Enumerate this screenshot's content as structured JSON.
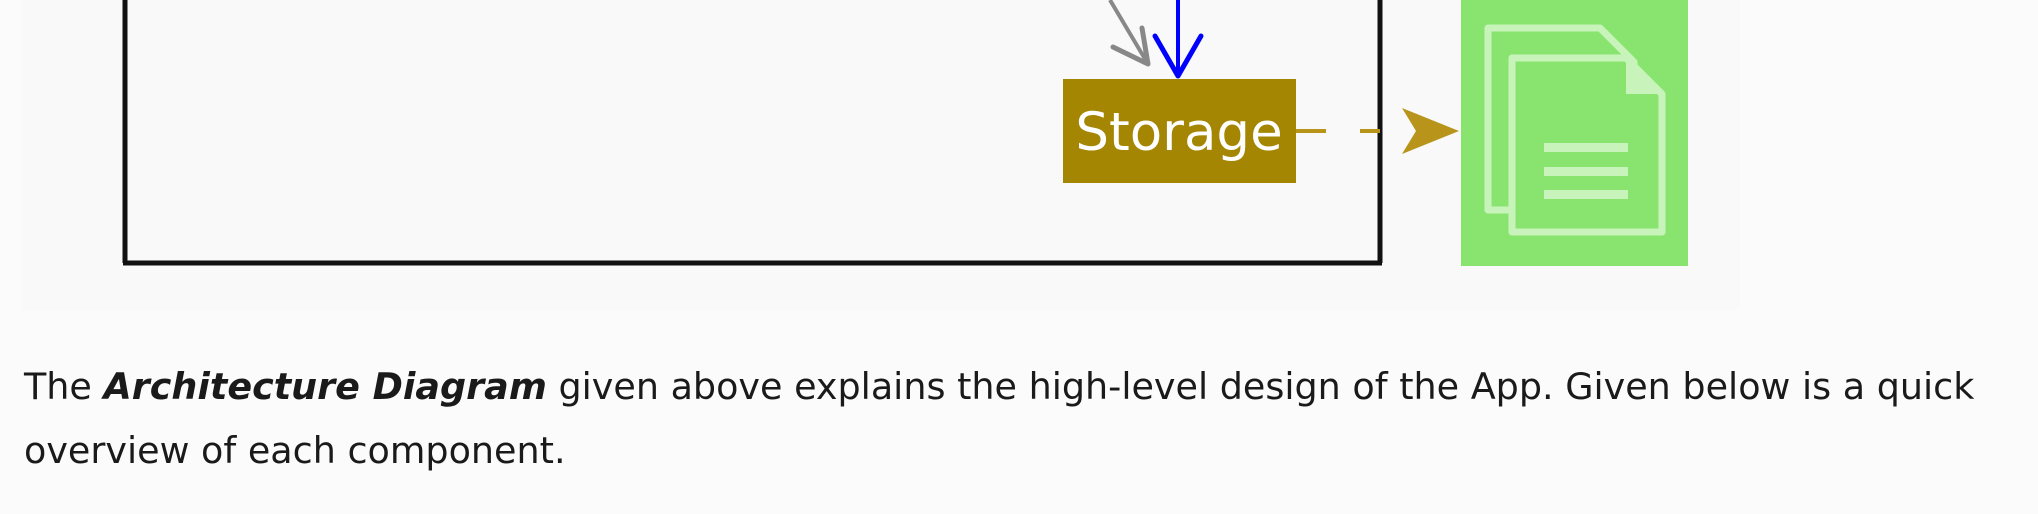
{
  "diagram": {
    "storage_label": "Storage",
    "colors": {
      "storage_fill": "#a58603",
      "storage_connector": "#b8941a",
      "inbound_arrow_blue": "#0000ff",
      "inbound_arrow_gray": "#888888",
      "file_icon_background": "#88e46e",
      "file_icon_sheet": "#b8f0a8",
      "boundary_border": "#111111"
    },
    "icons": [
      "file-stack-icon"
    ]
  },
  "description": {
    "intro": "The ",
    "emphasis": "Architecture Diagram",
    "rest": " given above explains the high-level design of the App. Given below is a quick overview of each component."
  }
}
